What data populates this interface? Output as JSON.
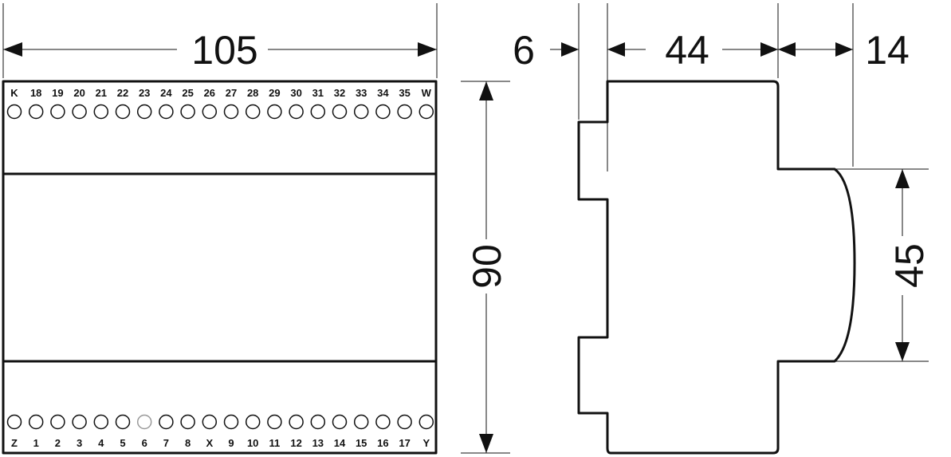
{
  "dimensions": {
    "width_front": "105",
    "height": "90",
    "offset_left": "6",
    "depth_body": "44",
    "depth_front": "14",
    "front_height": "45"
  },
  "terminals": {
    "top": [
      "K",
      "18",
      "19",
      "20",
      "21",
      "22",
      "23",
      "24",
      "25",
      "26",
      "27",
      "28",
      "29",
      "30",
      "31",
      "32",
      "33",
      "34",
      "35",
      "W"
    ],
    "bottom": [
      "Z",
      "1",
      "2",
      "3",
      "4",
      "5",
      "6",
      "7",
      "8",
      "X",
      "9",
      "10",
      "11",
      "12",
      "13",
      "14",
      "15",
      "16",
      "17",
      "Y"
    ],
    "bottom_faded_index": 6
  },
  "colors": {
    "line": "#111111",
    "faded_terminal": "#9a9a9a",
    "background": "#ffffff"
  }
}
